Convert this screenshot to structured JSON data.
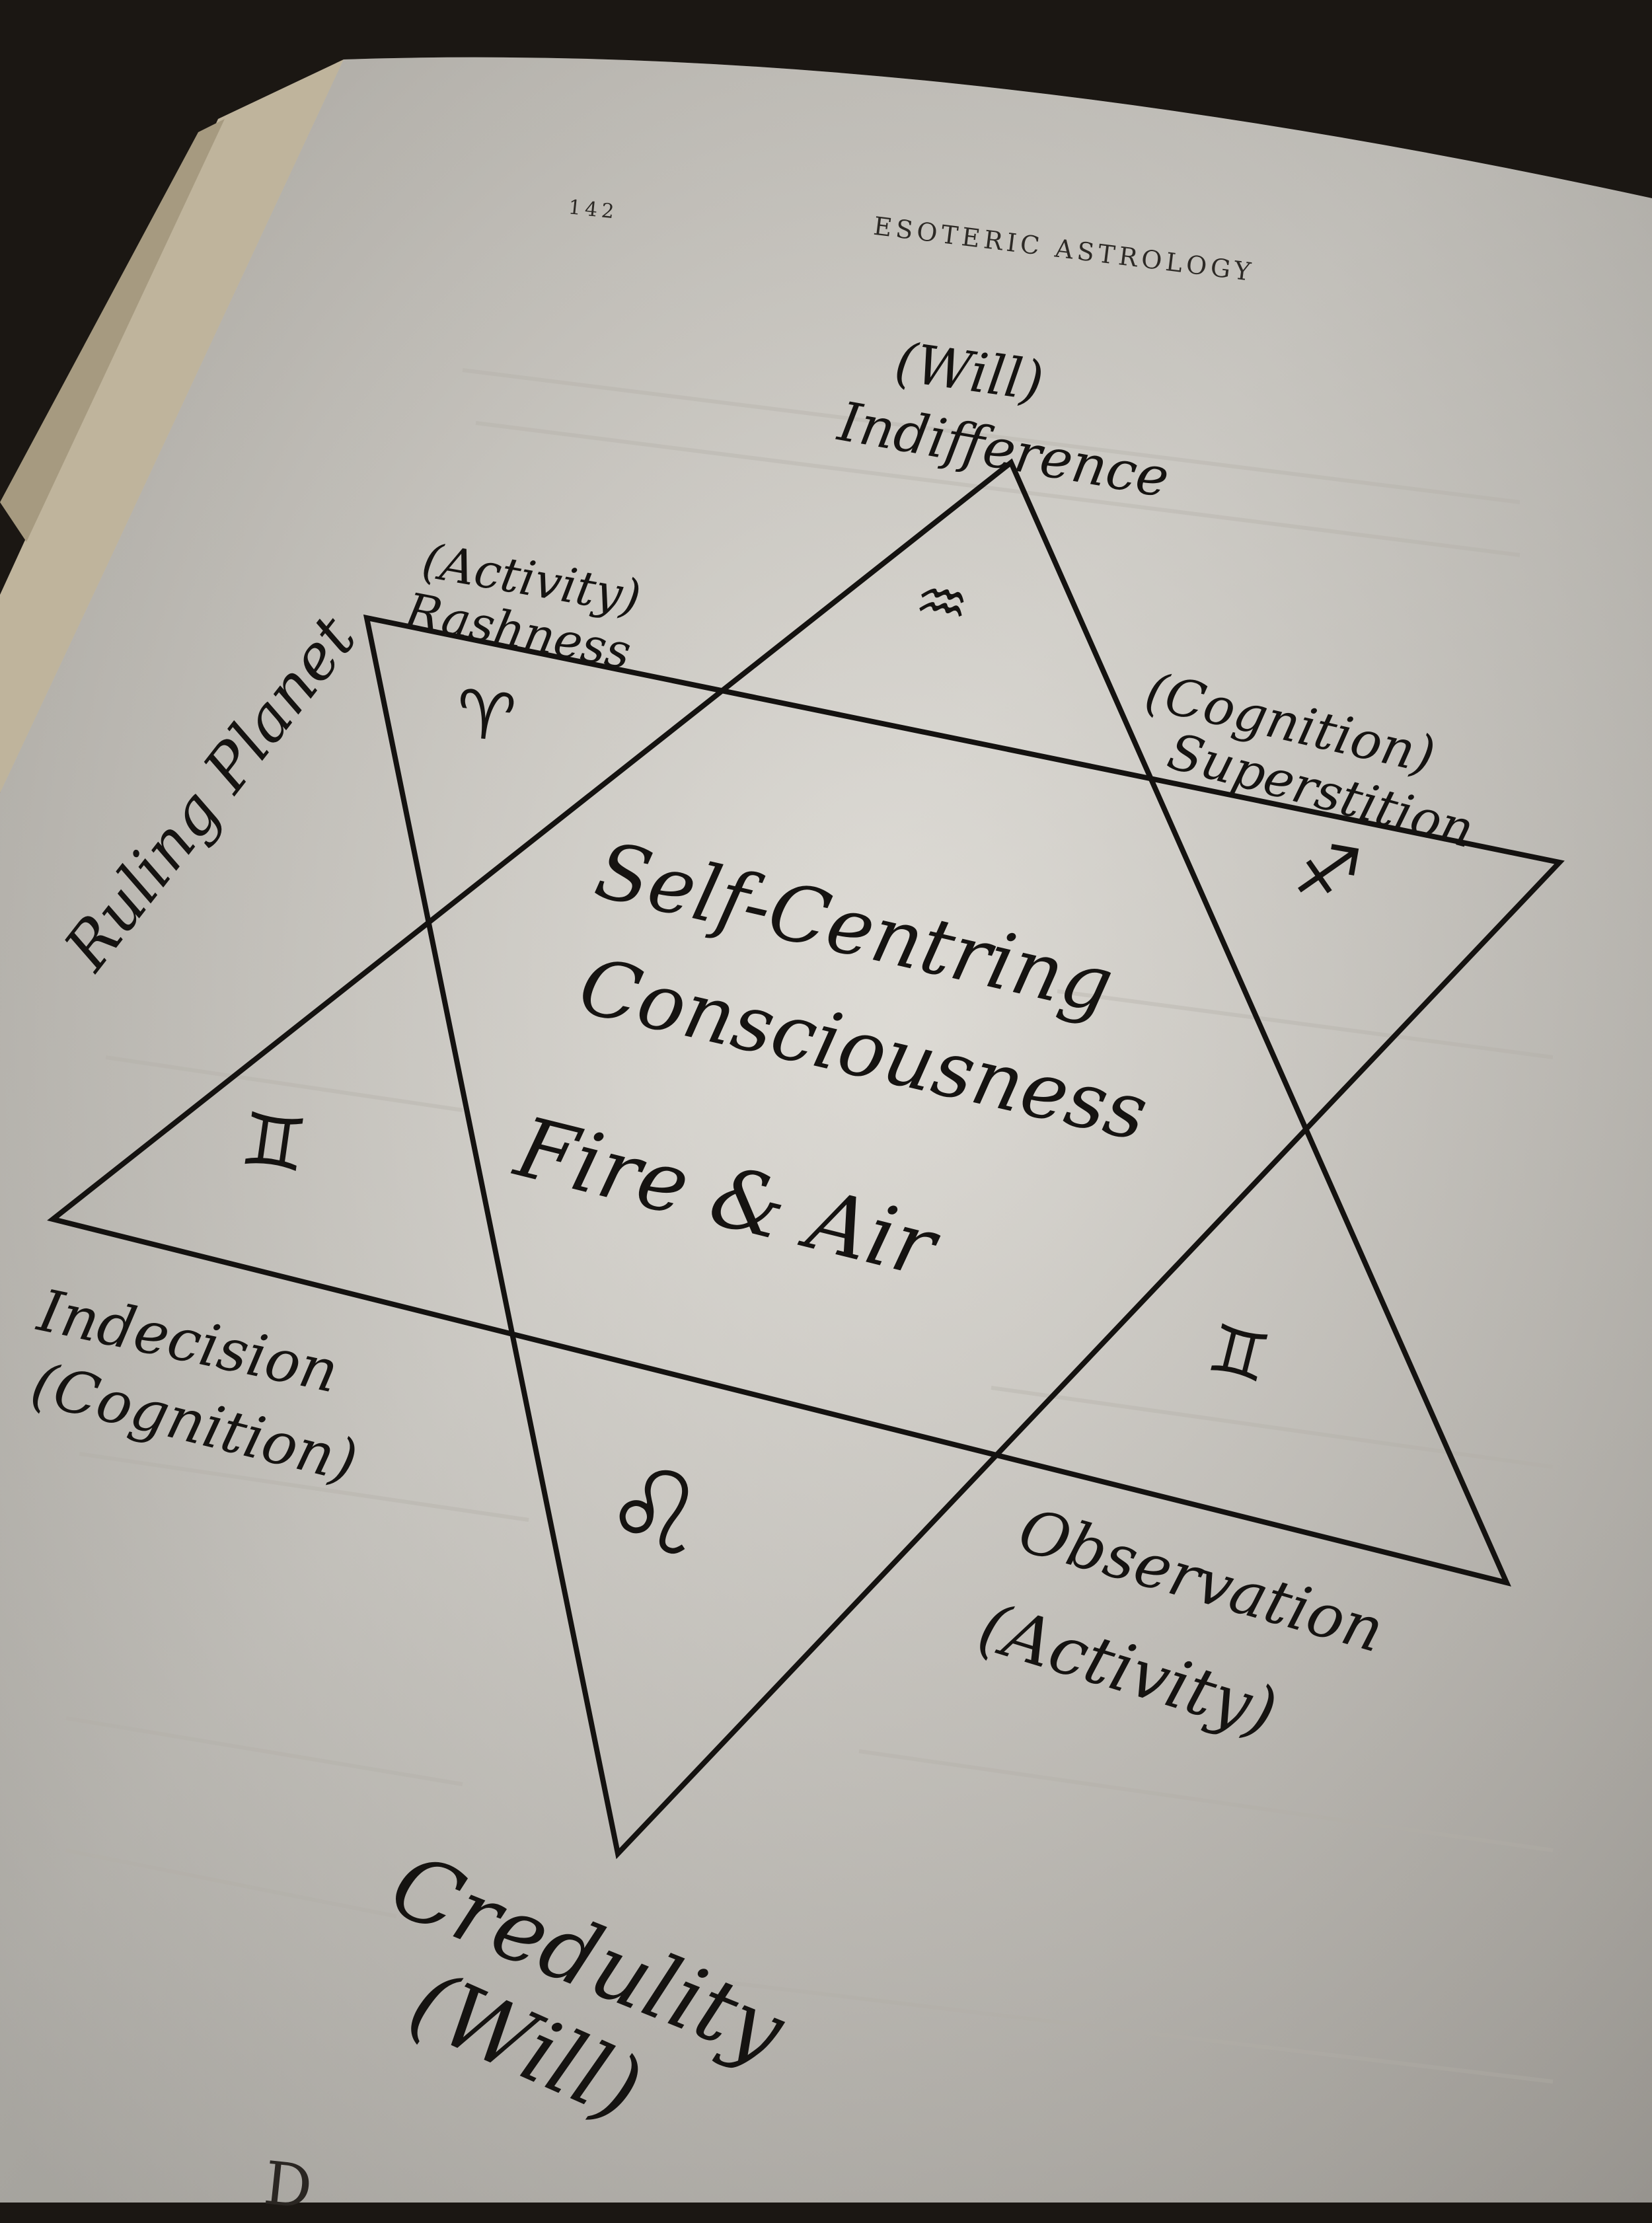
{
  "header": {
    "page_number": "142",
    "running_title": "ESOTERIC ASTROLOGY"
  },
  "points": {
    "top": {
      "line1": "(Will)",
      "line2": "Indifference"
    },
    "upper_left": {
      "line1": "(Activity)",
      "line2": "Rashness"
    },
    "upper_right": {
      "line1": "(Cognition)",
      "line2": "Superstition"
    },
    "lower_left": {
      "line1": "Indecision",
      "line2": "(Cognition)"
    },
    "lower_right": {
      "line1": "Observation",
      "line2": "(Activity)"
    },
    "bottom": {
      "line1": "Credulity",
      "line2": "(Will)"
    }
  },
  "side_label": "Ruling Planet",
  "center": {
    "line1": "Self-Centring",
    "line2": "Consciousness",
    "line3": "Fire & Air"
  },
  "signs": {
    "aquarius": "♒",
    "aries": "♈",
    "sagittarius": "♐",
    "gemini_left": "♊",
    "gemini_right": "♊",
    "leo": "♌"
  },
  "footer_fragment": "D"
}
